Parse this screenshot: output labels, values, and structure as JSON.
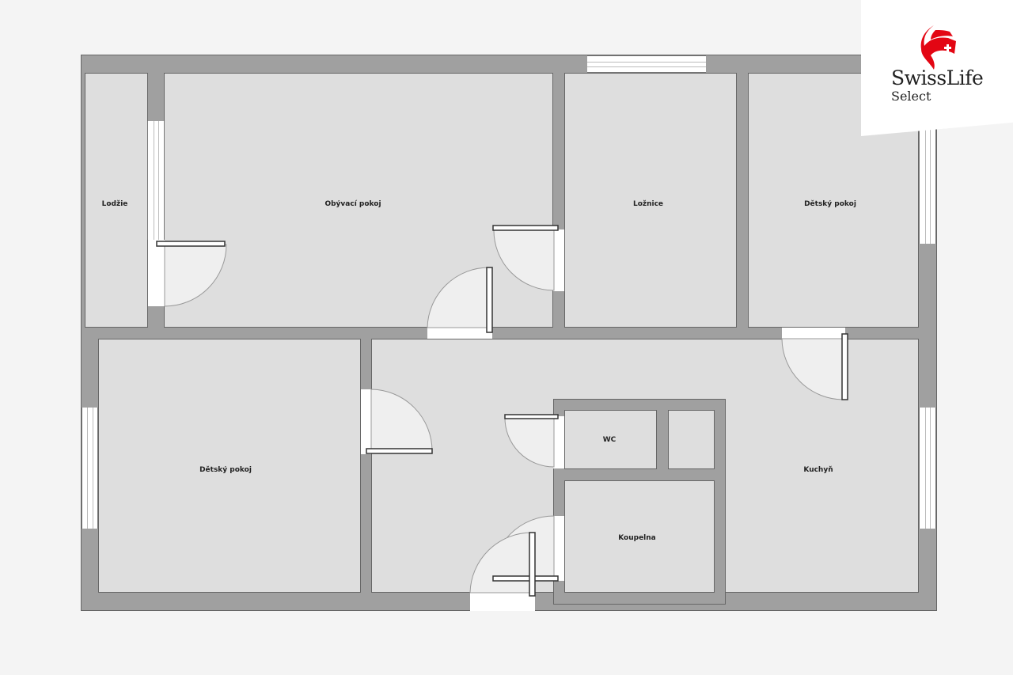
{
  "logo": {
    "brand": "SwissLife",
    "sub": "Select",
    "accent_color": "#e30613"
  },
  "colors": {
    "wall": "#a0a0a0",
    "room": "#dedede",
    "background": "#f4f4f4"
  },
  "rooms": [
    {
      "id": "lodzie",
      "label": "Lodžie"
    },
    {
      "id": "obyvaci-pokoj",
      "label": "Obývací pokoj"
    },
    {
      "id": "loznice",
      "label": "Ložnice"
    },
    {
      "id": "detsky-pokoj-1",
      "label": "Dětský pokoj"
    },
    {
      "id": "detsky-pokoj-2",
      "label": "Dětský pokoj"
    },
    {
      "id": "wc",
      "label": "WC"
    },
    {
      "id": "koupelna",
      "label": "Koupelna"
    },
    {
      "id": "kuchyn",
      "label": "Kuchyň"
    }
  ]
}
